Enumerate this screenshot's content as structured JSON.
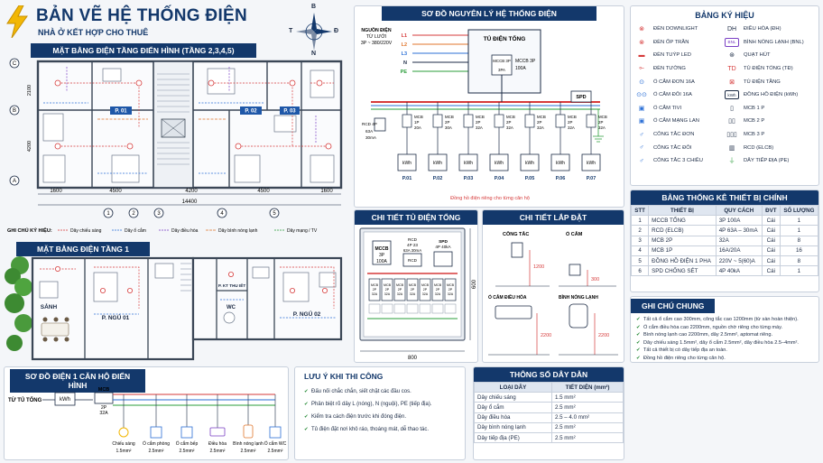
{
  "header": {
    "title": "BẢN VẼ HỆ THỐNG ĐIỆN",
    "subtitle": "NHÀ Ở KẾT HỢP CHO THUÊ",
    "compass": {
      "n": "B",
      "s": "N",
      "e": "Đ",
      "w": "T"
    }
  },
  "typical_floor": {
    "title": "MẶT BẰNG ĐIỆN TẦNG ĐIỂN HÌNH (TẦNG 2,3,4,5)",
    "grid_rows": [
      "C",
      "B",
      "A"
    ],
    "row_dims": [
      "2100",
      "4200"
    ],
    "grid_cols": [
      "1",
      "2",
      "3",
      "4",
      "5"
    ],
    "col_dims": [
      "1600",
      "4500",
      "4200",
      "4500",
      "1600"
    ],
    "total_dim": "14400",
    "rooms": [
      "P. 01",
      "P. 02",
      "P. 03"
    ],
    "legend_title": "GHI CHÚ KÝ HIỆU:",
    "legend": [
      "Dây chiếu sáng",
      "Dây ổ cắm",
      "Dây điều hòa",
      "Dây bình nóng lạnh",
      "Dây mạng / TV"
    ],
    "legend_colors": [
      "#d63a3a",
      "#2b6fd6",
      "#7a3fc4",
      "#e0752b",
      "#2a9d3a"
    ]
  },
  "floor1": {
    "title": "MẶT BẰNG ĐIỆN TẦNG 1",
    "rooms": [
      "SẢNH",
      "P. NGỦ 01",
      "P. KT THU IẾT",
      "WC",
      "P. NGỦ 02"
    ]
  },
  "single_line": {
    "title": "SƠ ĐỒ NGUYÊN LÝ HỆ THỐNG ĐIỆN",
    "source_label": [
      "NGUỒN ĐIỆN",
      "TỪ LƯỚI",
      "3P ~ 380/220V"
    ],
    "phases": [
      "L1",
      "L2",
      "L3",
      "N",
      "PE"
    ],
    "main_panel": "TỦ ĐIỆN TỔNG",
    "main_breaker": [
      "MCCB 3P",
      "100A"
    ],
    "main_breaker_box": "MCCB 3P",
    "main_rating_box": "3PA",
    "spd": "SPD",
    "rcd": [
      "RCD 4P",
      "63A",
      "30mA"
    ],
    "branches": [
      {
        "label": [
          "MCB",
          "1P",
          "20A"
        ],
        "meter": "P.01"
      },
      {
        "label": [
          "MCB",
          "2P",
          "30A"
        ],
        "meter": "P.02"
      },
      {
        "label": [
          "MCB",
          "2P",
          "32A"
        ],
        "meter": "P.03"
      },
      {
        "label": [
          "MCB",
          "2P",
          "32A"
        ],
        "meter": "P.04"
      },
      {
        "label": [
          "MCB",
          "2P",
          "32A"
        ],
        "meter": "P.05"
      },
      {
        "label": [
          "MCB",
          "2P",
          "32A"
        ],
        "meter": "P.06"
      },
      {
        "label": [
          "MCB",
          "2P",
          "32A"
        ],
        "meter": "P.07"
      }
    ],
    "meter_label": "kWh",
    "footnote": "Đồng hồ điện riêng cho từng căn hộ"
  },
  "panel_detail": {
    "title": "CHI TIẾT TỦ ĐIỆN TỔNG",
    "mccb": [
      "MCCB",
      "3P",
      "100A"
    ],
    "rcd": [
      "RCD",
      "4P 23",
      "63A 30mA"
    ],
    "spd": [
      "SPD",
      "4P 40kA"
    ],
    "rcd_box": "RCD",
    "mcb_row": [
      "MCB 2P 32A",
      "MCB 2P 32A",
      "MCB 2P 32A",
      "MCB 2P 32A",
      "MCB 2P 32A",
      "MCB 2P 32A",
      "MCB 2P 32A"
    ],
    "width": "800",
    "height": "600"
  },
  "install_detail": {
    "title": "CHI TIẾT LẮP ĐẶT",
    "items": [
      {
        "label": "CÔNG TẮC",
        "height": "1200"
      },
      {
        "label": "Ổ CẮM",
        "height": "300"
      },
      {
        "label": "Ổ CẮM ĐIỀU HÒA",
        "height": "2200"
      },
      {
        "label": "BÌNH NÓNG LẠNH",
        "height": "2200"
      }
    ]
  },
  "apartment": {
    "title": "SƠ ĐỒ ĐIỆN 1 CĂN HỘ ĐIỂN HÌNH",
    "source": "TỪ TỦ TỔNG",
    "meter": "kWh",
    "mcb": [
      "MCB",
      "2P",
      "32A"
    ],
    "loads": [
      {
        "name": "Chiếu sáng",
        "wire": "1.5mm²"
      },
      {
        "name": "Ổ cắm phòng",
        "wire": "2.5mm²"
      },
      {
        "name": "Ổ cắm bếp",
        "wire": "2.5mm²"
      },
      {
        "name": "Điều hòa",
        "wire": "2.5mm²"
      },
      {
        "name": "Bình nóng lạnh",
        "wire": "2.5mm²"
      },
      {
        "name": "Ổ cắm WC",
        "wire": "2.5mm²"
      }
    ]
  },
  "notes_construction": {
    "title": "LƯU Ý KHI THI CÔNG",
    "items": [
      "Đấu nối chắc chắn, siết chặt các đầu cos.",
      "Phân biệt rõ dây L (nóng), N (nguội), PE (tiếp địa).",
      "Kiểm tra cách điện trước khi đóng điện.",
      "Tủ điện đặt nơi khô ráo, thoáng mát, dễ thao tác."
    ]
  },
  "wire_specs": {
    "title": "THÔNG SỐ DÂY DẪN",
    "headers": [
      "LOẠI DÂY",
      "TIẾT DIỆN (mm²)"
    ],
    "rows": [
      [
        "Dây chiếu sáng",
        "1.5 mm²"
      ],
      [
        "Dây ổ cắm",
        "2.5 mm²"
      ],
      [
        "Dây điều hòa",
        "2.5 – 4.0 mm²"
      ],
      [
        "Dây bình nóng lạnh",
        "2.5 mm²"
      ],
      [
        "Dây tiếp địa (PE)",
        "2.5 mm²"
      ]
    ]
  },
  "symbols": {
    "title": "BẢNG KÝ HIỆU",
    "left": [
      {
        "icon": "⊗",
        "label": "ĐÈN DOWNLIGHT",
        "color": "#d63a3a"
      },
      {
        "icon": "⊗",
        "label": "ĐÈN ỐP TRẦN",
        "color": "#d63a3a"
      },
      {
        "icon": "▬",
        "label": "ĐÈN TUÝP LED",
        "color": "#d63a3a"
      },
      {
        "icon": "⟜",
        "label": "ĐÈN TƯỜNG",
        "color": "#d63a3a"
      },
      {
        "icon": "⊙",
        "label": "Ổ CẮM ĐƠN 16A",
        "color": "#2b6fd6"
      },
      {
        "icon": "⊙⊙",
        "label": "Ổ CẮM ĐÔI 16A",
        "color": "#2b6fd6"
      },
      {
        "icon": "▣",
        "label": "Ổ CẮM TIVI",
        "color": "#2b6fd6"
      },
      {
        "icon": "▣",
        "label": "Ổ CẮM MẠNG LAN",
        "color": "#2b6fd6"
      },
      {
        "icon": "♂",
        "label": "CÔNG TẮC ĐƠN",
        "color": "#2b6fd6"
      },
      {
        "icon": "♂",
        "label": "CÔNG TẮC ĐÔI",
        "color": "#2b6fd6"
      },
      {
        "icon": "♂",
        "label": "CÔNG TẮC 3 CHIỀU",
        "color": "#2b6fd6"
      }
    ],
    "right": [
      {
        "icon": "DH",
        "label": "ĐIỀU HÒA (ĐH)",
        "color": "#1b2a44"
      },
      {
        "icon": "BNL",
        "label": "BÌNH NÓNG LẠNH (BNL)",
        "color": "#7a3fc4"
      },
      {
        "icon": "⊛",
        "label": "QUẠT HÚT",
        "color": "#1b2a44"
      },
      {
        "icon": "TD",
        "label": "TỦ ĐIỆN TỔNG (TĐ)",
        "color": "#d63a3a"
      },
      {
        "icon": "⊠",
        "label": "TỦ ĐIỆN TẦNG",
        "color": "#d63a3a"
      },
      {
        "icon": "kWh",
        "label": "ĐỒNG HỒ ĐIỆN (kWh)",
        "color": "#1b2a44"
      },
      {
        "icon": "▯",
        "label": "MCB 1 P",
        "color": "#1b2a44"
      },
      {
        "icon": "▯▯",
        "label": "MCB 2 P",
        "color": "#1b2a44"
      },
      {
        "icon": "▯▯▯",
        "label": "MCB 3 P",
        "color": "#1b2a44"
      },
      {
        "icon": "▥",
        "label": "RCD (ELCB)",
        "color": "#1b2a44"
      },
      {
        "icon": "⏚",
        "label": "DÂY TIẾP ĐỊA (PE)",
        "color": "#2a9d3a"
      }
    ]
  },
  "equipment": {
    "title": "BẢNG THỐNG KÊ THIẾT BỊ CHÍNH",
    "headers": [
      "STT",
      "THIẾT BỊ",
      "QUY CÁCH",
      "ĐVT",
      "SỐ LƯỢNG"
    ],
    "rows": [
      [
        "1",
        "MCCB TỔNG",
        "3P 100A",
        "Cái",
        "1"
      ],
      [
        "2",
        "RCD (ELCB)",
        "4P 63A – 30mA",
        "Cái",
        "1"
      ],
      [
        "3",
        "MCB 2P",
        "32A",
        "Cái",
        "8"
      ],
      [
        "4",
        "MCB 1P",
        "16A/20A",
        "Cái",
        "16"
      ],
      [
        "5",
        "ĐỒNG HỒ ĐIỆN 1 PHA",
        "220V ~ 5(60)A",
        "Cái",
        "8"
      ],
      [
        "6",
        "SPD CHỐNG SÉT",
        "4P 40kA",
        "Cái",
        "1"
      ]
    ]
  },
  "general_notes": {
    "title": "GHI CHÚ CHUNG",
    "items": [
      "Tất cả ổ cắm cao 300mm, công tắc cao 1200mm (từ sàn hoàn thiện).",
      "Ổ cắm điều hòa cao 2200mm, nguồn chờ riêng cho từng máy.",
      "Bình nóng lạnh cao 2200mm, dây 2.5mm², aptomat riêng.",
      "Dây chiếu sáng 1.5mm², dây ổ cắm 2.5mm², dây điều hòa 2.5–4mm².",
      "Tất cả thiết bị có dây tiếp địa an toàn.",
      "Đồng hồ điện riêng cho từng căn hộ."
    ]
  }
}
